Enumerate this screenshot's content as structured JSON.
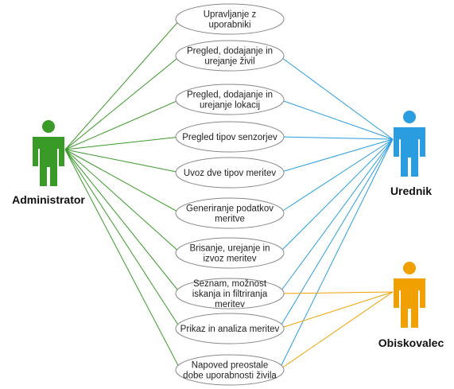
{
  "actors": [
    {
      "id": "administrator",
      "label": "Administrator",
      "color": "#3a9a28"
    },
    {
      "id": "urednik",
      "label": "Urednik",
      "color": "#2a9de0"
    },
    {
      "id": "obiskovalec",
      "label": "Obiskovalec",
      "color": "#f0a000"
    }
  ],
  "use_cases": [
    {
      "id": "uc1",
      "lines": [
        "Upravljanje z",
        "uporabniki"
      ]
    },
    {
      "id": "uc2",
      "lines": [
        "Pregled, dodajanje in",
        "urejanje živil"
      ]
    },
    {
      "id": "uc3",
      "lines": [
        "Pregled, dodajanje in",
        "urejanje lokacij"
      ]
    },
    {
      "id": "uc4",
      "lines": [
        "Pregled tipov senzorjev"
      ]
    },
    {
      "id": "uc5",
      "lines": [
        "Uvoz dve tipov meritev"
      ]
    },
    {
      "id": "uc6",
      "lines": [
        "Generiranje podatkov",
        "meritve"
      ]
    },
    {
      "id": "uc7",
      "lines": [
        "Brisanje, urejanje in",
        "izvoz meritev"
      ]
    },
    {
      "id": "uc8",
      "lines": [
        "Seznam, možnost",
        "iskanja in filtriranja",
        "meritev"
      ]
    },
    {
      "id": "uc9",
      "lines": [
        "Prikaz in analiza meritev"
      ]
    },
    {
      "id": "uc10",
      "lines": [
        "Napoved preostale",
        "dobe uporabnosti živila"
      ]
    }
  ],
  "associations": [
    {
      "actor": "administrator",
      "use_case": "uc1"
    },
    {
      "actor": "administrator",
      "use_case": "uc2"
    },
    {
      "actor": "administrator",
      "use_case": "uc3"
    },
    {
      "actor": "administrator",
      "use_case": "uc4"
    },
    {
      "actor": "administrator",
      "use_case": "uc5"
    },
    {
      "actor": "administrator",
      "use_case": "uc6"
    },
    {
      "actor": "administrator",
      "use_case": "uc7"
    },
    {
      "actor": "administrator",
      "use_case": "uc8"
    },
    {
      "actor": "administrator",
      "use_case": "uc9"
    },
    {
      "actor": "administrator",
      "use_case": "uc10"
    },
    {
      "actor": "urednik",
      "use_case": "uc2"
    },
    {
      "actor": "urednik",
      "use_case": "uc3"
    },
    {
      "actor": "urednik",
      "use_case": "uc4"
    },
    {
      "actor": "urednik",
      "use_case": "uc5"
    },
    {
      "actor": "urednik",
      "use_case": "uc6"
    },
    {
      "actor": "urednik",
      "use_case": "uc7"
    },
    {
      "actor": "urednik",
      "use_case": "uc8"
    },
    {
      "actor": "urednik",
      "use_case": "uc9"
    },
    {
      "actor": "urednik",
      "use_case": "uc10"
    },
    {
      "actor": "obiskovalec",
      "use_case": "uc8"
    },
    {
      "actor": "obiskovalec",
      "use_case": "uc9"
    },
    {
      "actor": "obiskovalec",
      "use_case": "uc10"
    }
  ]
}
